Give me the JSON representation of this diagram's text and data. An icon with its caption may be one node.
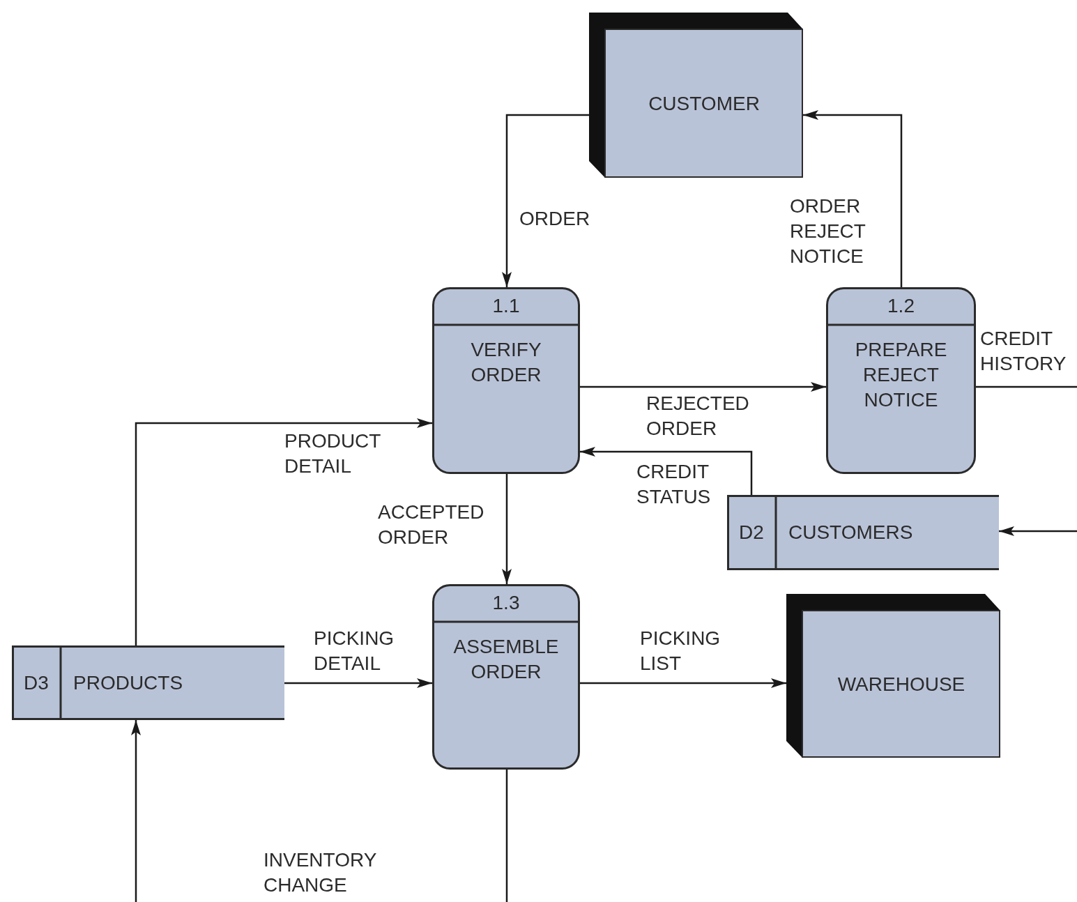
{
  "diagram": {
    "nodes": [
      {
        "text": [
          "CUSTOMER"
        ]
      },
      {
        "text": [
          "1.1",
          "VERIFY ORDER"
        ]
      },
      {
        "text": [
          "1.2",
          "PREPARE REJECT NOTICE"
        ]
      },
      {
        "text": [
          "D2",
          "CUSTOMERS"
        ]
      },
      {
        "text": [
          "1.3",
          "ASSEMBLE ORDER"
        ]
      },
      {
        "text": [
          "D3",
          "PRODUCTS"
        ]
      },
      {
        "text": [
          "WAREHOUSE"
        ]
      }
    ],
    "edges": [
      {
        "from": 0,
        "to": 1,
        "arrow": "to",
        "label": "ORDER"
      },
      {
        "from": 2,
        "to": 0,
        "arrow": "to",
        "label": "ORDER REJECT NOTICE"
      },
      {
        "from": 1,
        "to": 2,
        "arrow": "to",
        "label": "REJECTED ORDER"
      },
      {
        "from": 3,
        "to": 1,
        "arrow": "to",
        "label": "CREDIT STATUS"
      },
      {
        "from": 5,
        "to": 1,
        "arrow": "to",
        "label": "PRODUCT DETAIL"
      },
      {
        "from": 1,
        "to": 4,
        "arrow": "to",
        "label": "ACCEPTED ORDER"
      },
      {
        "from": 5,
        "to": 4,
        "arrow": "to",
        "label": "PICKING DETAIL"
      },
      {
        "from": 4,
        "to": 6,
        "arrow": "to",
        "label": "PICKING LIST"
      },
      {
        "from": 2,
        "to": null,
        "arrow": "none",
        "label": "CREDIT HISTORY"
      },
      {
        "from": null,
        "to": 3,
        "arrow": "to"
      },
      {
        "from": 4,
        "to": 5,
        "arrow": "to",
        "label": "INVENTORY CHANGE"
      }
    ]
  }
}
